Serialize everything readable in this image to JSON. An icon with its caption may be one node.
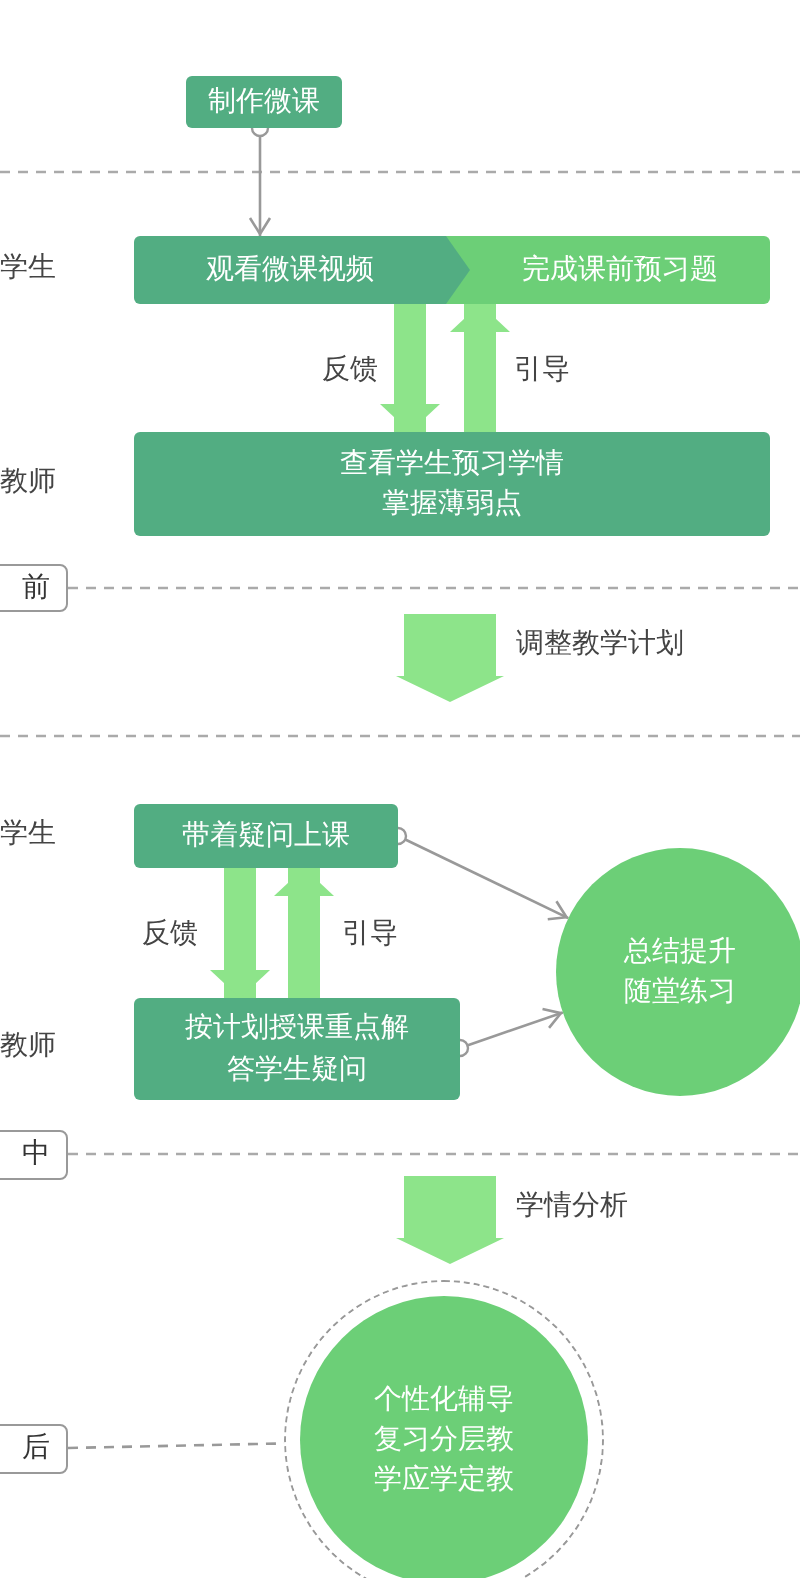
{
  "diagram": {
    "nodes": [
      {
        "text": [
          "制作微课"
        ]
      },
      {
        "text": [
          "观看微课视频"
        ]
      },
      {
        "text": [
          "完成课前预习题"
        ]
      },
      {
        "text": [
          "查看学生预习学情掌握薄弱点"
        ]
      },
      {
        "text": [
          "前"
        ]
      },
      {
        "text": [
          "带着疑问上课"
        ]
      },
      {
        "text": [
          "按计划授课重点解答学生疑问"
        ]
      },
      {
        "text": [
          "总结提升随堂练习"
        ]
      },
      {
        "text": [
          "中"
        ]
      },
      {
        "text": [
          "个性化辅导复习分层教学应学定教"
        ]
      },
      {
        "text": [
          "后"
        ]
      }
    ],
    "edges": [
      {
        "from": 0,
        "to": 1,
        "arrow": "to"
      },
      {
        "from": 1,
        "to": 3,
        "arrow": "to",
        "label": "反馈",
        "style": "thick",
        "color": "#8de48a"
      },
      {
        "from": 3,
        "to": 2,
        "arrow": "to",
        "label": "引导",
        "style": "thick",
        "color": "#8de48a"
      },
      {
        "from": 5,
        "to": 6,
        "arrow": "to",
        "label": "反馈",
        "style": "thick",
        "color": "#8de48a"
      },
      {
        "from": 6,
        "to": 5,
        "arrow": "to",
        "label": "引导",
        "style": "thick",
        "color": "#8de48a"
      },
      {
        "from": 5,
        "to": 7,
        "arrow": "to"
      },
      {
        "from": 6,
        "to": 7,
        "arrow": "to"
      },
      {
        "from": 10,
        "to": 9,
        "arrow": "none",
        "style": "dashed"
      }
    ],
    "labels": [
      "学生",
      "教师",
      "调整教学计划",
      "学生",
      "教师",
      "学情分析"
    ]
  }
}
